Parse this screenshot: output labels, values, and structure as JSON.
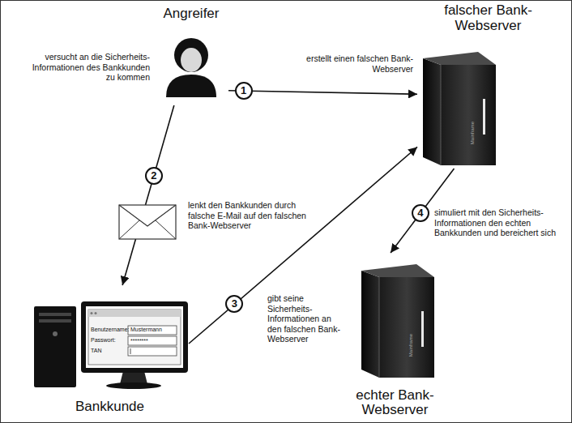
{
  "diagram": {
    "nodes": [
      {
        "text": [
          "Angreifer"
        ]
      },
      {
        "text": [
          "falscher Bank-Webserver"
        ]
      },
      {
        "text": [
          "Bankkunde"
        ]
      },
      {
        "text": [
          "echter Bank-Webserver"
        ]
      }
    ],
    "edges": [
      {
        "from": 0,
        "to": 1,
        "label": "1",
        "arrow": "to"
      },
      {
        "from": 0,
        "to": 2,
        "label": "2",
        "arrow": "to"
      },
      {
        "from": 2,
        "to": 1,
        "label": "3",
        "arrow": "to"
      },
      {
        "from": 1,
        "to": 3,
        "label": "4",
        "arrow": "to"
      }
    ],
    "labels": [
      "versucht an die Sicherheits-Informationen des Bankkunden zu kommen",
      "erstellt einen falschen Bank-Webserver",
      "lenkt den Bankkunden durch falsche E-Mail auf den falschen Bank-Webserver",
      "gibt seine Sicherheits-Informationen an den falschen Bank-Webserver",
      "simuliert mit den Sicherheits-Informationen den echten Bankkunden und bereichert sich",
      "Benutzername:",
      "Mustermann",
      "Passwort:",
      "********",
      "TAN",
      "Mainframe",
      "Mainframe"
    ]
  }
}
